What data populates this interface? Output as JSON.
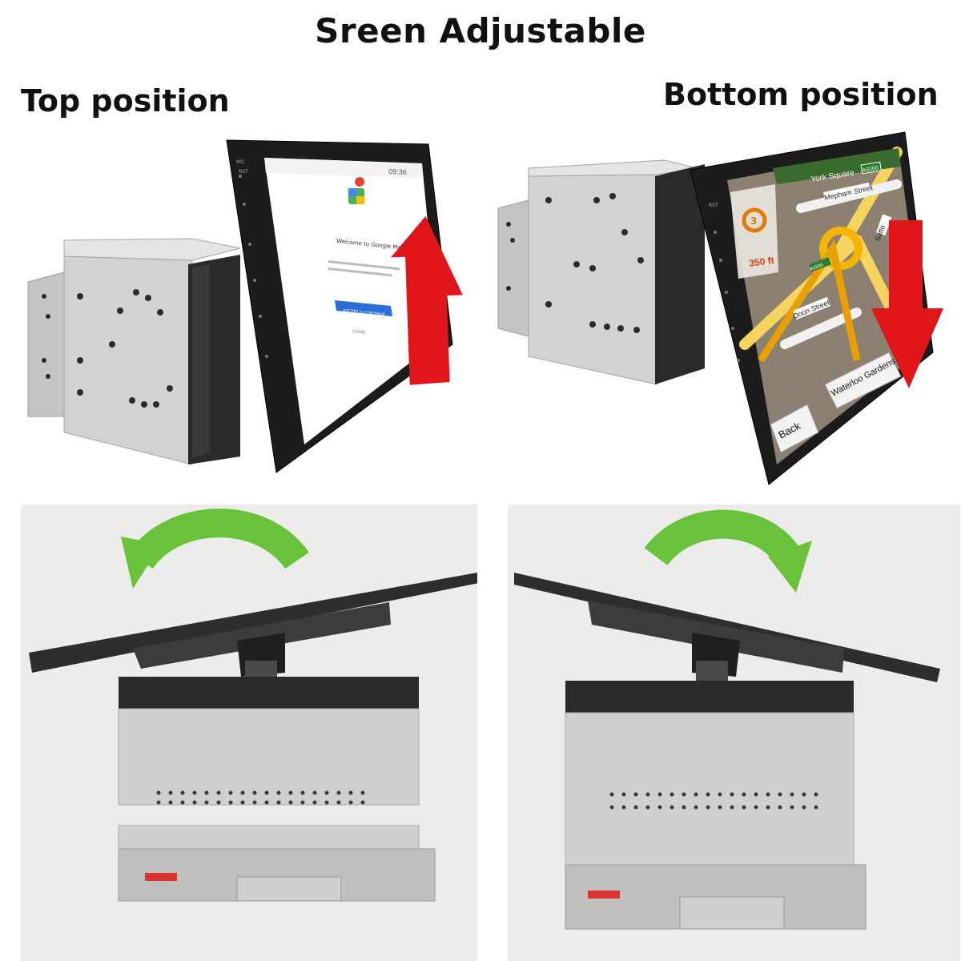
{
  "title": "Sreen Adjustable",
  "labels": {
    "top": "Top position",
    "bottom": "Bottom position"
  },
  "top_screen": {
    "status_time": "09:36",
    "app_title": "Welcome to Google Maps",
    "accept_button": "ACCEPT & CONTINUE",
    "skip_link": "CLOSE",
    "side_labels": [
      "MIC",
      "RST"
    ]
  },
  "nav_screen": {
    "distance": "350 ft",
    "turn_number": "3",
    "road_top": "York Square",
    "road_badge": "A3200",
    "road_badge_2": "A3200",
    "street_1": "Mepham Street",
    "street_2": "Doon Street",
    "street_3": "Waterloo Gardens",
    "street_4": "Sutto",
    "back_button": "Back",
    "side_label": "RST"
  },
  "arrows": {
    "top_arrow": "red-up-arrow",
    "bottom_arrow": "red-down-arrow",
    "left_panel_arrow": "green-curved-arrow-left",
    "right_panel_arrow": "green-curved-arrow-right"
  },
  "colors": {
    "red_arrow": "#e0161b",
    "green_arrow": "#69c23a",
    "panel_bg": "#ececeb",
    "chassis": "#c9cac8",
    "screen_bezel": "#1c1c1c"
  }
}
